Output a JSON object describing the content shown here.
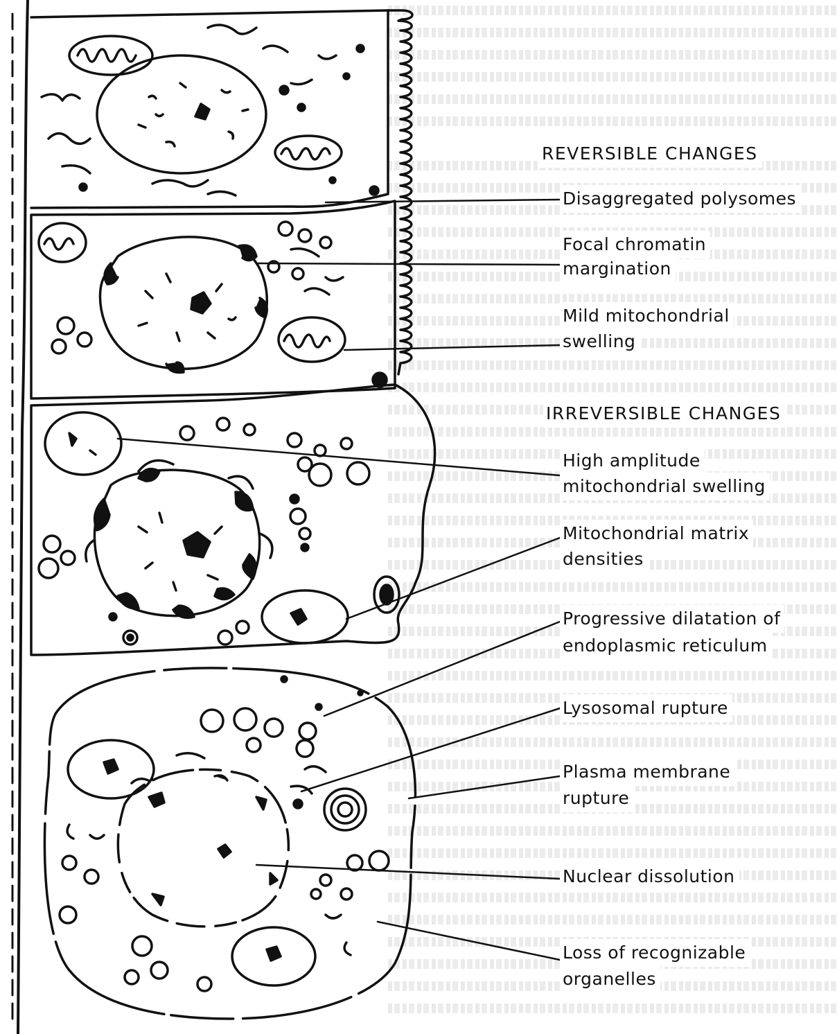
{
  "sections": {
    "reversible": "REVERSIBLE CHANGES",
    "irreversible": "IRREVERSIBLE CHANGES"
  },
  "labels": {
    "disaggregated_polysomes": "Disaggregated polysomes",
    "focal_chromatin_1": "Focal chromatin",
    "focal_chromatin_2": "margination",
    "mild_mito_1": "Mild mitochondrial",
    "mild_mito_2": "swelling",
    "high_amp_1": "High amplitude",
    "high_amp_2": "mitochondrial swelling",
    "matrix_dens_1": "Mitochondrial matrix",
    "matrix_dens_2": "densities",
    "er_dil_1": "Progressive dilatation of",
    "er_dil_2": "endoplasmic reticulum",
    "lysosomal": "Lysosomal rupture",
    "plasma_1": "Plasma membrane",
    "plasma_2": "rupture",
    "nuclear": "Nuclear dissolution",
    "loss_1": "Loss of recognizable",
    "loss_2": "organelles"
  }
}
